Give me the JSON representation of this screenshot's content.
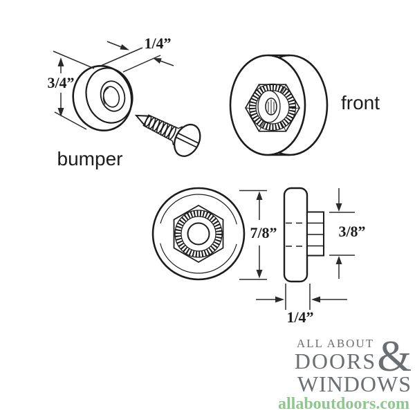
{
  "diagram": {
    "bumper": {
      "label": "bumper",
      "dim_thickness": "1/4”",
      "dim_diameter": "3/4”"
    },
    "roller_front": {
      "label": "front"
    },
    "roller_views": {
      "dim_diameter": "7/8”",
      "dim_hub_height": "3/8”",
      "dim_width": "1/4”"
    }
  },
  "logo": {
    "line1": "ALL ABOUT",
    "line2": "DOORS",
    "ampersand": "&",
    "line3": "WINDOWS",
    "website": "allaboutdoors.com",
    "colors": {
      "text_gray": "#6b6f72",
      "website_green": "#8fc68f",
      "line_art": "#1c1c1c"
    }
  }
}
